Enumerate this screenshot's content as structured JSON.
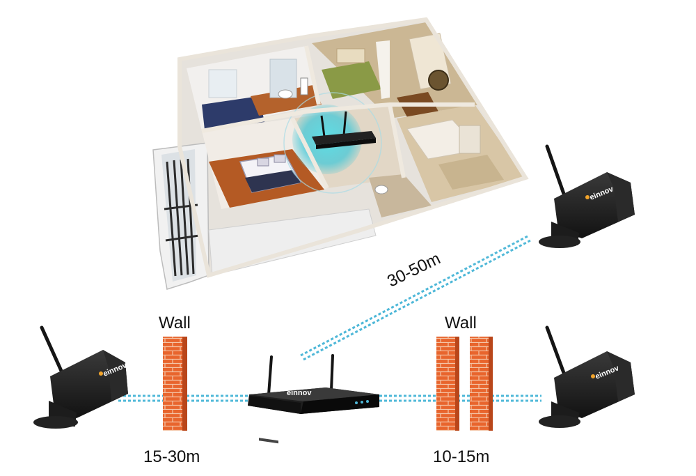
{
  "brand": {
    "logo_text": "einnov"
  },
  "labels": {
    "wall_left": "Wall",
    "wall_right": "Wall",
    "distance_left": "15-30m",
    "distance_right": "10-15m",
    "distance_diagonal": "30-50m"
  },
  "colors": {
    "signal_line": "#4fb8d8",
    "brick": "#e8652d",
    "brick_mortar": "#f4c4a6",
    "device_body": "#1b1b1b",
    "wifi_glow": "#4fd8e0",
    "floor_wood": "#b5602a",
    "wall_beige": "#d8c8b0"
  },
  "icons": {
    "camera": "wireless-camera-icon",
    "nvr": "nvr-recorder-icon",
    "wall": "brick-wall-icon"
  }
}
